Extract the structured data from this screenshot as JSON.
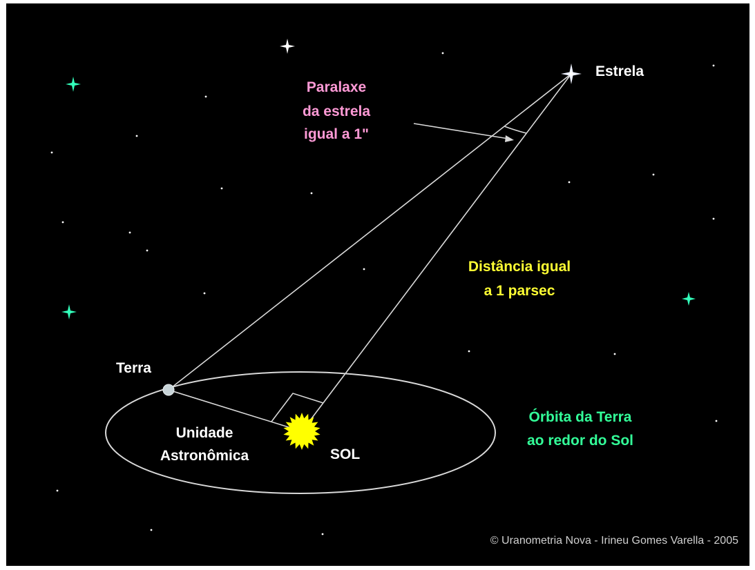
{
  "labels": {
    "star": "Estrela",
    "parallax": [
      "Paralaxe",
      "da estrela",
      "igual a 1\""
    ],
    "distance": [
      "Distância igual",
      "a 1 parsec"
    ],
    "earth": "Terra",
    "au": [
      "Unidade",
      "Astronômica"
    ],
    "sun": "SOL",
    "orbit": [
      "Órbita da Terra",
      "ao redor do Sol"
    ],
    "credit": "© Uranometria Nova - Irineu Gomes Varella - 2005"
  },
  "colors": {
    "background": "#000000",
    "lines": "#d9d9d9",
    "white_text": "#ffffff",
    "parallax_text": "#ff9ad6",
    "distance_text": "#ffff33",
    "orbit_text": "#33ff99",
    "sun": "#ffff00",
    "earth": "#c8d4d8",
    "green_star": "#33ffbb",
    "credit_text": "#d0d0d0"
  }
}
